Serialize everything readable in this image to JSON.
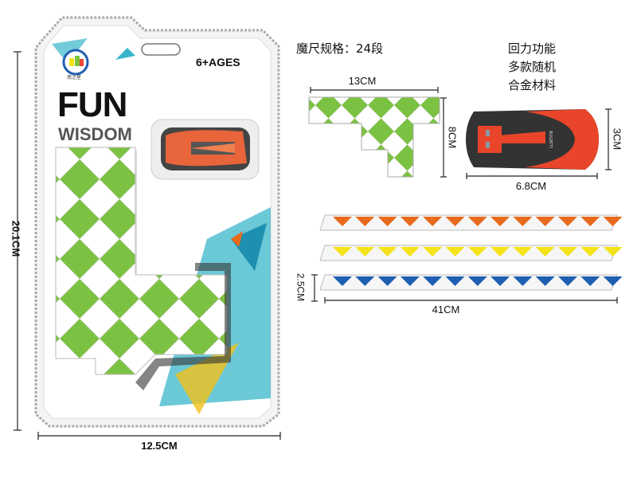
{
  "package": {
    "brand_logo_text": "南之星",
    "title_line1": "FUN",
    "title_line2": "WISDOM",
    "age_label": "6+AGES",
    "height_label": "20.1CM",
    "width_label": "12.5CM"
  },
  "puzzle_spec": {
    "title": "魔尺规格：24段",
    "width_label": "13CM",
    "height_label": "8CM",
    "color": "#7cc242"
  },
  "car_spec": {
    "features": [
      "回力功能",
      "多款随机",
      "合金材料"
    ],
    "width_label": "6.8CM",
    "height_label": "3CM",
    "body_color": "#e8452a",
    "car_text": "BUGATTI"
  },
  "strips": {
    "colors": [
      "#e86a1c",
      "#f5e31a",
      "#1f5fb3"
    ],
    "thickness_label": "2.5CM",
    "length_label": "41CM"
  }
}
